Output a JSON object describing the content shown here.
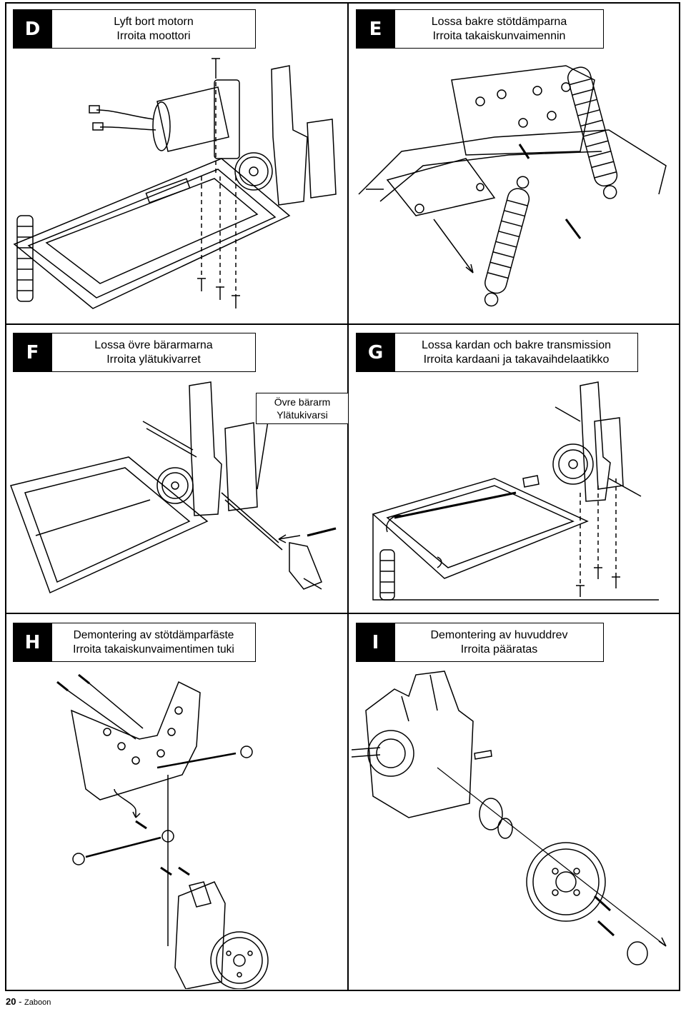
{
  "panels": {
    "D": {
      "letter": "D",
      "line1": "Lyft bort motorn",
      "line2": "Irroita moottori"
    },
    "E": {
      "letter": "E",
      "line1": "Lossa bakre stötdämparna",
      "line2": "Irroita takaiskunvaimennin"
    },
    "F": {
      "letter": "F",
      "line1": "Lossa övre bärarmarna",
      "line2": "Irroita ylätukivarret"
    },
    "G": {
      "letter": "G",
      "line1": "Lossa kardan och bakre transmission",
      "line2": "Irroita kardaani ja takavaihdelaatikko"
    },
    "H": {
      "letter": "H",
      "line1": "Demontering av stötdämparfäste",
      "line2": "Irroita takaiskunvaimentimen tuki"
    },
    "I": {
      "letter": "I",
      "line1": "Demontering av huvuddrev",
      "line2": "Irroita pääratas"
    }
  },
  "callout": {
    "line1": "Övre bärarm",
    "line2": "Ylätukivarsi"
  },
  "footer": {
    "page_number": "20",
    "separator": " - ",
    "brand": "Zaboon"
  }
}
